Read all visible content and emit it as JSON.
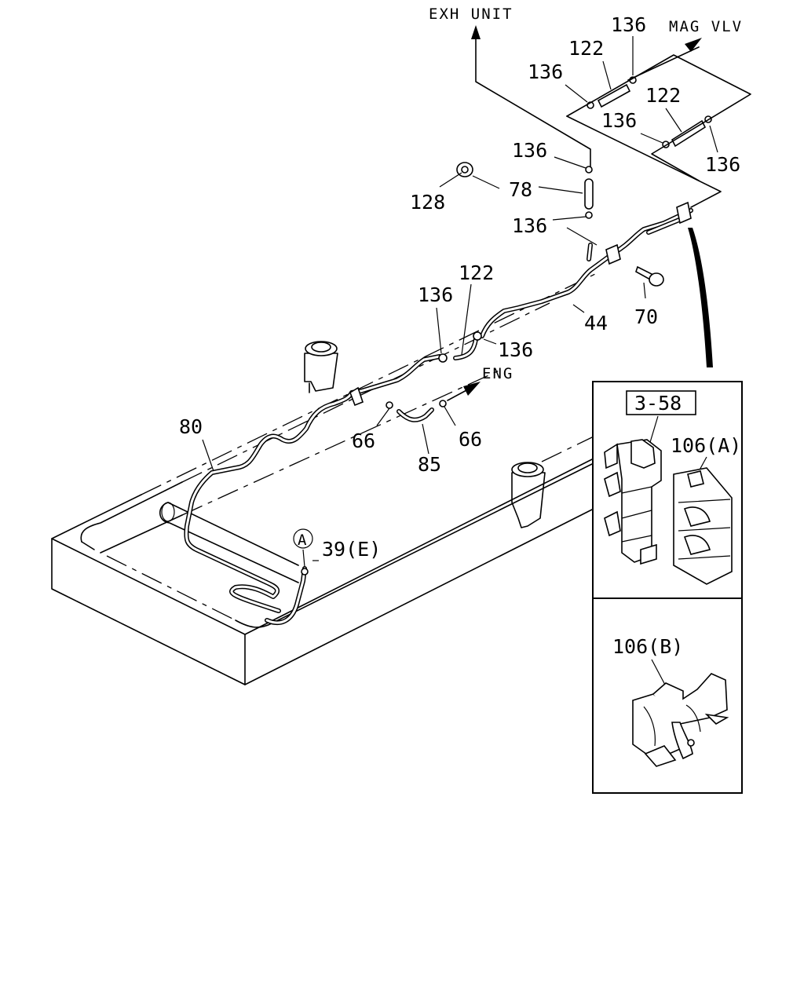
{
  "destinations": {
    "exh_unit": "EXH UNIT",
    "mag_vlv": "MAG VLV",
    "eng": "ENG"
  },
  "callouts": {
    "c136_top_right": "136",
    "c122_top": "122",
    "c136_top_left": "136",
    "c122_mid": "122",
    "c136_mid": "136",
    "c136_far_right": "136",
    "c136_upper": "136",
    "c128": "128",
    "c78": "78",
    "c136_lower": "136",
    "c122_hose": "122",
    "c136_hose_left": "136",
    "c136_hose_right": "136",
    "c44": "44",
    "c70": "70",
    "c80": "80",
    "c66_left": "66",
    "c66_right": "66",
    "c85": "85",
    "c39e": "39(E)",
    "circle_a": "A"
  },
  "inset": {
    "ref_box": "3-58",
    "clip_a": "106(A)",
    "clip_b": "106(B)"
  }
}
